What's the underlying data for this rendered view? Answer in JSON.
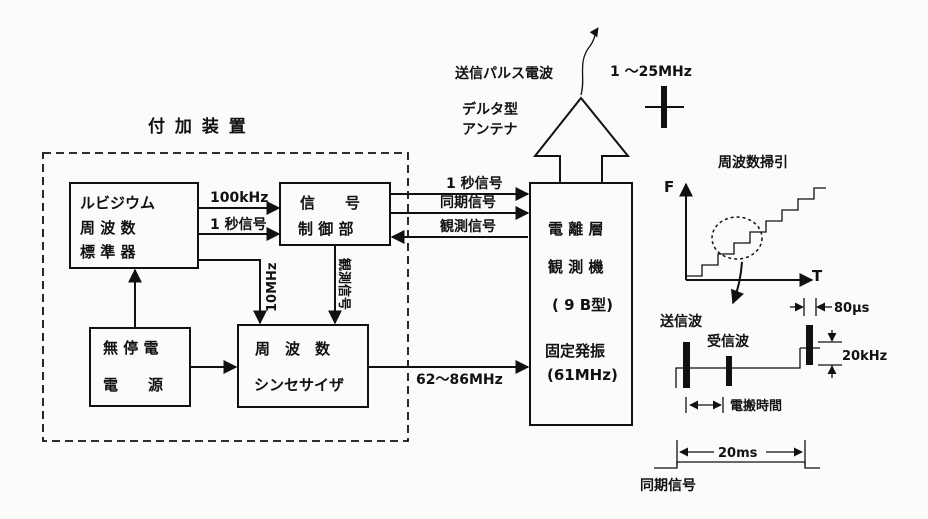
{
  "title": "付 加 装 置",
  "blocks": {
    "rubidium": [
      "ルビジウム",
      "周 波 数",
      "標 準 器"
    ],
    "signal_control": [
      "信　　号",
      "制 御 部"
    ],
    "ups": [
      "無 停 電",
      "電　　源"
    ],
    "synthesizer": [
      "周　波　数",
      "シンセサイザ"
    ],
    "ionosonde": [
      "電 離 層",
      "観 測 機",
      "( 9 B型)",
      "固定発振",
      "(61MHz)"
    ]
  },
  "signals": {
    "f100k": "100kHz",
    "sec1_a": "1 秒信号",
    "f10m": "10MHz",
    "obs_vert": "観測信号",
    "sec1_b": "1 秒信号",
    "sync": "同期信号",
    "obs": "観測信号",
    "freq_range": "62～86MHz"
  },
  "antenna": {
    "tx_label": "送信パルス電波",
    "freq": "1 ～25MHz",
    "type_line1": "デルタ型",
    "type_line2": "アンテナ"
  },
  "sweep": {
    "title": "周波数掃引",
    "y_axis": "F",
    "x_axis": "T"
  },
  "timing": {
    "tx_wave": "送信波",
    "rx_wave": "受信波",
    "pulse_width": "80μs",
    "freq_step": "20kHz",
    "propagation": "電搬時間",
    "period": "20ms",
    "sync": "同期信号"
  }
}
